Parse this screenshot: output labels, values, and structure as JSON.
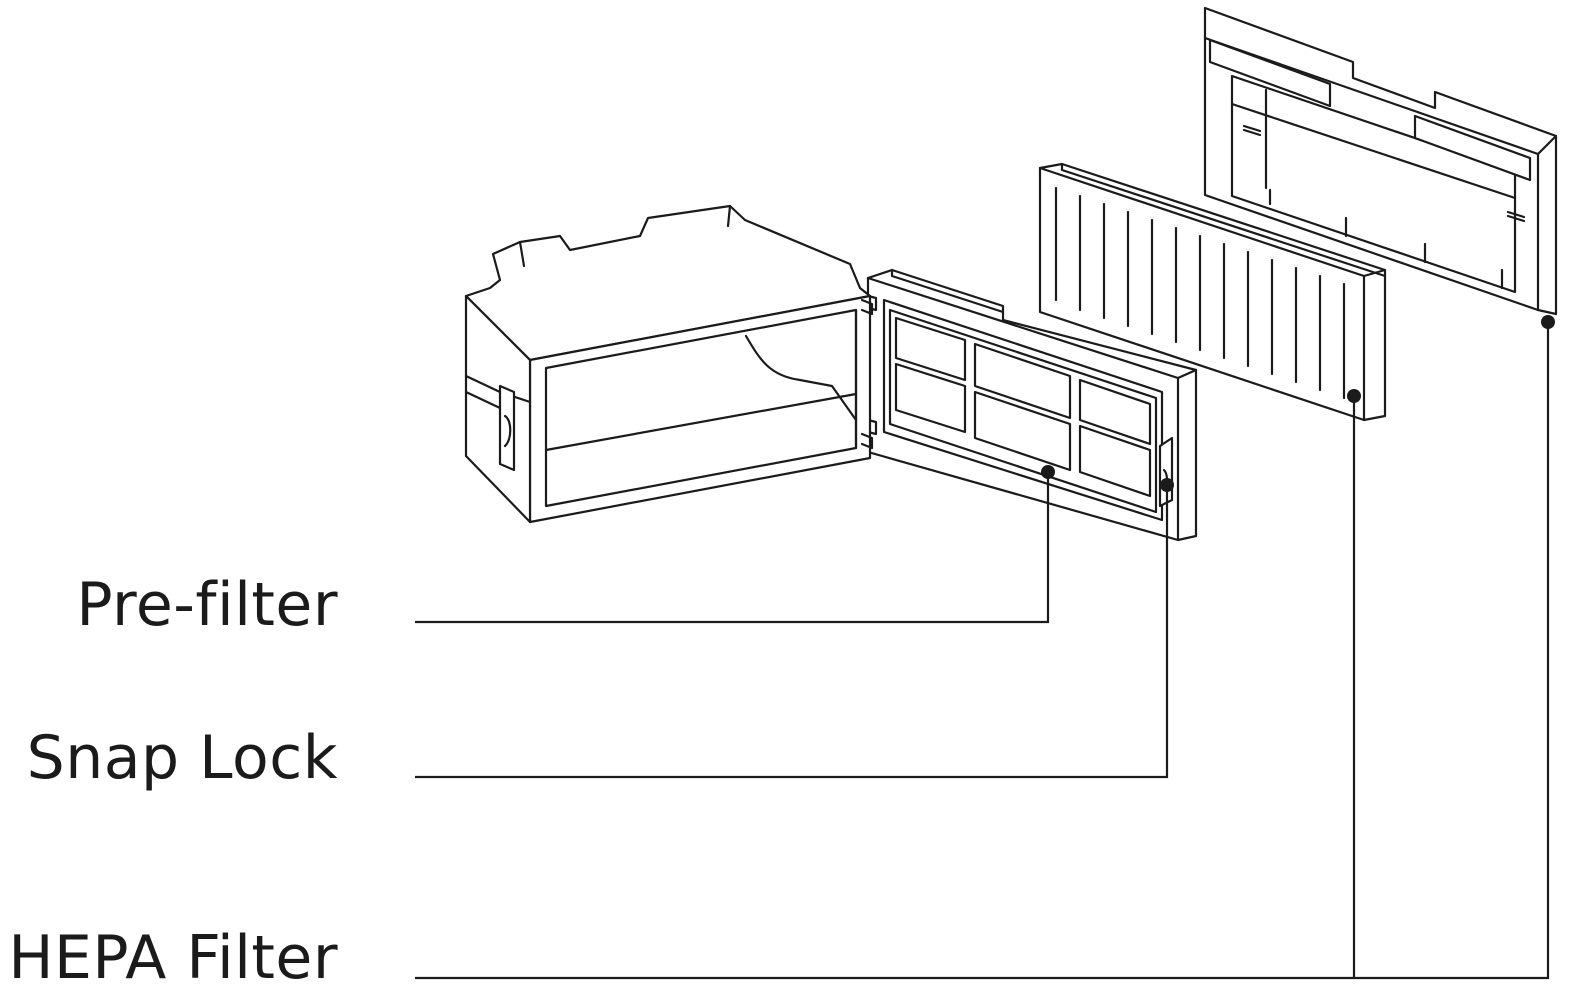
{
  "labels": {
    "pre_filter": "Pre-filter",
    "snap_lock": "Snap Lock",
    "hepa_filter": "HEPA Filter"
  },
  "colors": {
    "line": "#1b1b1b",
    "background": "#ffffff"
  }
}
